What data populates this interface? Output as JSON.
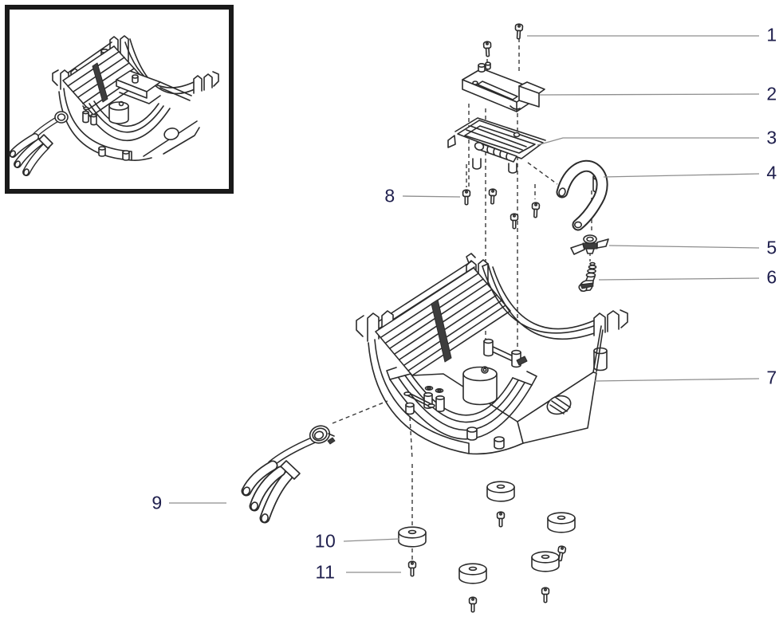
{
  "figure": {
    "callouts": [
      {
        "label": "1"
      },
      {
        "label": "2"
      },
      {
        "label": "3"
      },
      {
        "label": "4"
      },
      {
        "label": "5"
      },
      {
        "label": "6"
      },
      {
        "label": "7"
      },
      {
        "label": "8"
      },
      {
        "label": "9"
      },
      {
        "label": "10"
      },
      {
        "label": "11"
      }
    ]
  }
}
